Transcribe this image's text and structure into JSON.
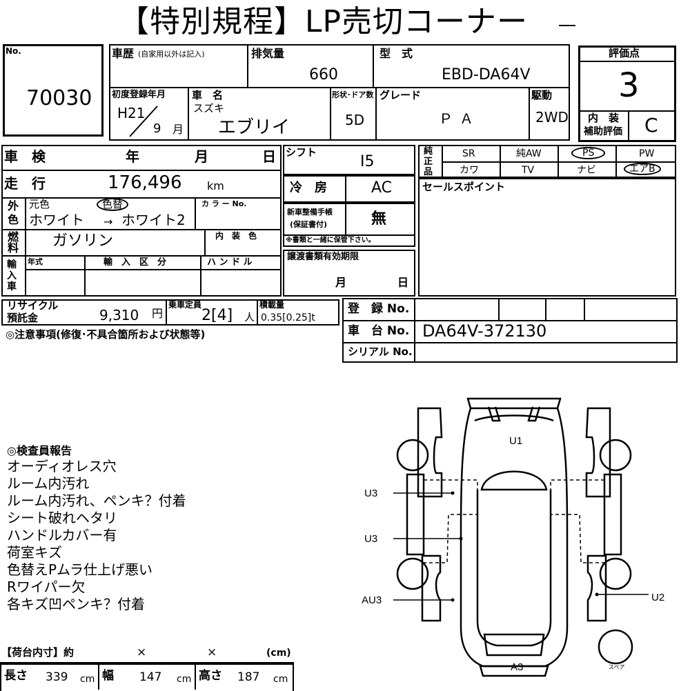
{
  "header": {
    "title": "【特別規程】LP売切コーナー"
  },
  "lot": {
    "no_label": "No.",
    "number": "70030"
  },
  "history": {
    "label": "車歴",
    "note": "(自家用以外は記入)"
  },
  "displacement": {
    "label": "排気量",
    "value": "660"
  },
  "model": {
    "label": "型　式",
    "value": "EBD-DA64V"
  },
  "first_reg": {
    "label": "初度登録年月",
    "year": "H21",
    "month": "9",
    "month_unit": "月"
  },
  "car_name": {
    "label": "車　名",
    "maker": "スズキ",
    "name": "エブリイ"
  },
  "doors": {
    "label": "形状･ドア数",
    "value": "5D"
  },
  "grade": {
    "label": "グレード",
    "value": "ＰＡ"
  },
  "drive": {
    "label": "駆動",
    "value": "2WD"
  },
  "score": {
    "label": "評価点",
    "value": "3",
    "interior_label_1": "内　装",
    "interior_label_2": "補助評価",
    "interior_value": "C"
  },
  "shaken": {
    "label": "車　検",
    "year": "年",
    "month": "月",
    "day": "日"
  },
  "mileage": {
    "label": "走　行",
    "value": "176,496",
    "unit": "km"
  },
  "color": {
    "label1": "外",
    "label2": "色",
    "orig_label": "元色",
    "repaint_label": "色替",
    "from": "ホワイト",
    "arrow": "→",
    "to": "ホワイト2",
    "code_label": "カ ラ ー No."
  },
  "fuel": {
    "label1": "燃",
    "label2": "料",
    "value": "ガソリン",
    "interior_color_label": "内　装　色"
  },
  "import": {
    "label": "輸入車",
    "year_label": "年式",
    "category_label": "輸　入　区　分",
    "handle_label": "ハ ン ド ル"
  },
  "shift": {
    "label": "シフト",
    "value": "I5"
  },
  "ac": {
    "label": "冷　房",
    "value": "AC"
  },
  "manual": {
    "label1": "新車整備手帳",
    "label2": "(保証書付)",
    "value": "無",
    "note": "※書類と一緒に保管下さい。"
  },
  "transfer": {
    "label": "譲渡書類有効期限",
    "month": "月",
    "day": "日"
  },
  "options": {
    "label": "純正品",
    "row1": [
      "SR",
      "純AW",
      "PS",
      "PW"
    ],
    "row2": [
      "カワ",
      "TV",
      "ナビ",
      "エアB"
    ]
  },
  "sales_point": {
    "label": "セールスポイント"
  },
  "recycle": {
    "label1": "リサイクル",
    "label2": "預託金",
    "value": "9,310",
    "unit": "円"
  },
  "capacity": {
    "label": "乗車定員",
    "value": "2[4]",
    "unit": "人"
  },
  "load": {
    "label": "積載量",
    "value": "0.35[0.25]t"
  },
  "registration": {
    "label": "登　録 No."
  },
  "chassis": {
    "label": "車　台 No.",
    "value": "DA64V-372130"
  },
  "serial": {
    "label": "シリアル No."
  },
  "caution": {
    "label": "◎注意事項(修復･不具合箇所および状態等)"
  },
  "inspector": {
    "label": "◎検査員報告",
    "lines": [
      "オーディオレス穴",
      "ルーム内汚れ",
      "ルーム内汚れ、ペンキ？付着",
      "シート破れヘタリ",
      "ハンドルカバー有",
      "荷室キズ",
      "色替えPムラ仕上げ悪い",
      "Rワイパー欠",
      "各キズ凹ペンキ？付着"
    ]
  },
  "cargo": {
    "title": "【荷台内寸】約",
    "x1": "×",
    "x2": "×",
    "unit": "(cm)",
    "length_label": "長さ",
    "length": "339",
    "width_label": "幅",
    "width": "147",
    "height_label": "高さ",
    "height": "187",
    "cm": "cm"
  },
  "diagram": {
    "marks": [
      "U1",
      "U3",
      "U3",
      "AU3",
      "U2",
      "A3"
    ],
    "spare": "スペア"
  }
}
